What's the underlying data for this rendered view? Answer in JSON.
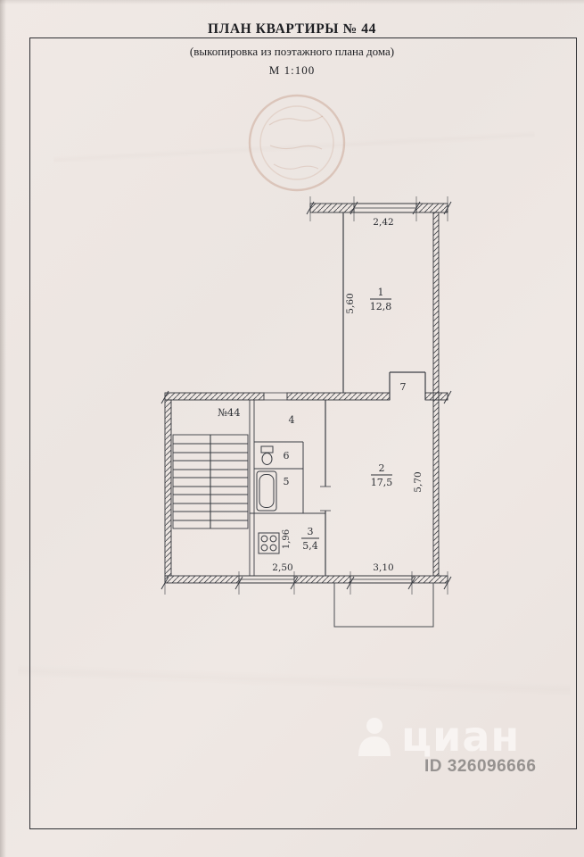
{
  "page": {
    "title": "ПЛАН КВАРТИРЫ  №  44",
    "subtitle": "(выкопировка из поэтажного плана дома)",
    "scale": "М  1:100"
  },
  "plan": {
    "apartment_number": "№44",
    "rooms": [
      {
        "number": "1",
        "area": "12,8"
      },
      {
        "number": "2",
        "area": "17,5"
      },
      {
        "number": "3",
        "area": "5,4"
      },
      {
        "number": "4",
        "area": ""
      },
      {
        "number": "5",
        "area": ""
      },
      {
        "number": "6",
        "area": ""
      },
      {
        "number": "7",
        "area": ""
      }
    ],
    "dimensions": {
      "top_width": "2,42",
      "room1_depth": "5,60",
      "room2_depth": "5,70",
      "kitchen_depth": "1,96",
      "bottom_left_width": "2,50",
      "bottom_right_width": "3,10"
    }
  },
  "watermark": {
    "brand": "циан",
    "id": "ID 326096666"
  }
}
